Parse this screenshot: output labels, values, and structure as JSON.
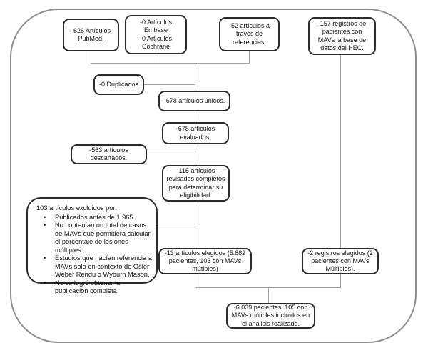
{
  "colors": {
    "background": "#ffffff",
    "box_border": "#2b2b2b",
    "outer_border": "#8f8f8f",
    "connector": "#a3a3a3",
    "text": "#111111"
  },
  "flowchart": {
    "sources": {
      "pubmed": "-626 Artículos\nPubMed.",
      "embase_cochrane": "-0 Artículos\nEmbase\n-0 Artículos\nCochrane",
      "references": "-52 artículos a\ntravés de\nreferencias.",
      "hec_registry": "-157 registros de\npacientes con\nMAVs la base de\ndatos del HEC."
    },
    "screening": {
      "duplicates": "-0 Duplicados",
      "unique": "-678 artículos únicos.",
      "evaluated": "-678 artículos\nevaluados.",
      "discarded": "-563 artículos\ndescartados.",
      "full_review": "-115 artículos\nrevisados completos\npara determinar su\neligibilidad."
    },
    "exclusion": {
      "heading": "103 artículos excluidos por:",
      "bullets": [
        "Publicados antes de 1.965.",
        "No contenían un total de casos de MAVs que permitiera calcular el porcentaje de lesiones múltiples.",
        "Estudios que hacían referencia a MAVs solo en contexto de Osler Weber Rendu o Wyburn Mason.",
        "No se logró obtener la publicación completa."
      ]
    },
    "included": {
      "articles": "-13 artículos elegidos (5.882\npacientes, 103 con MAVs\nmútiples)",
      "registries": "-2 registros elegidos (2\npacientes con MAVs\nMúltiples).",
      "final": "-6.039 pacientes, 105 con\nMAVs mútiples incluidos en\nel analisis realizado."
    }
  }
}
